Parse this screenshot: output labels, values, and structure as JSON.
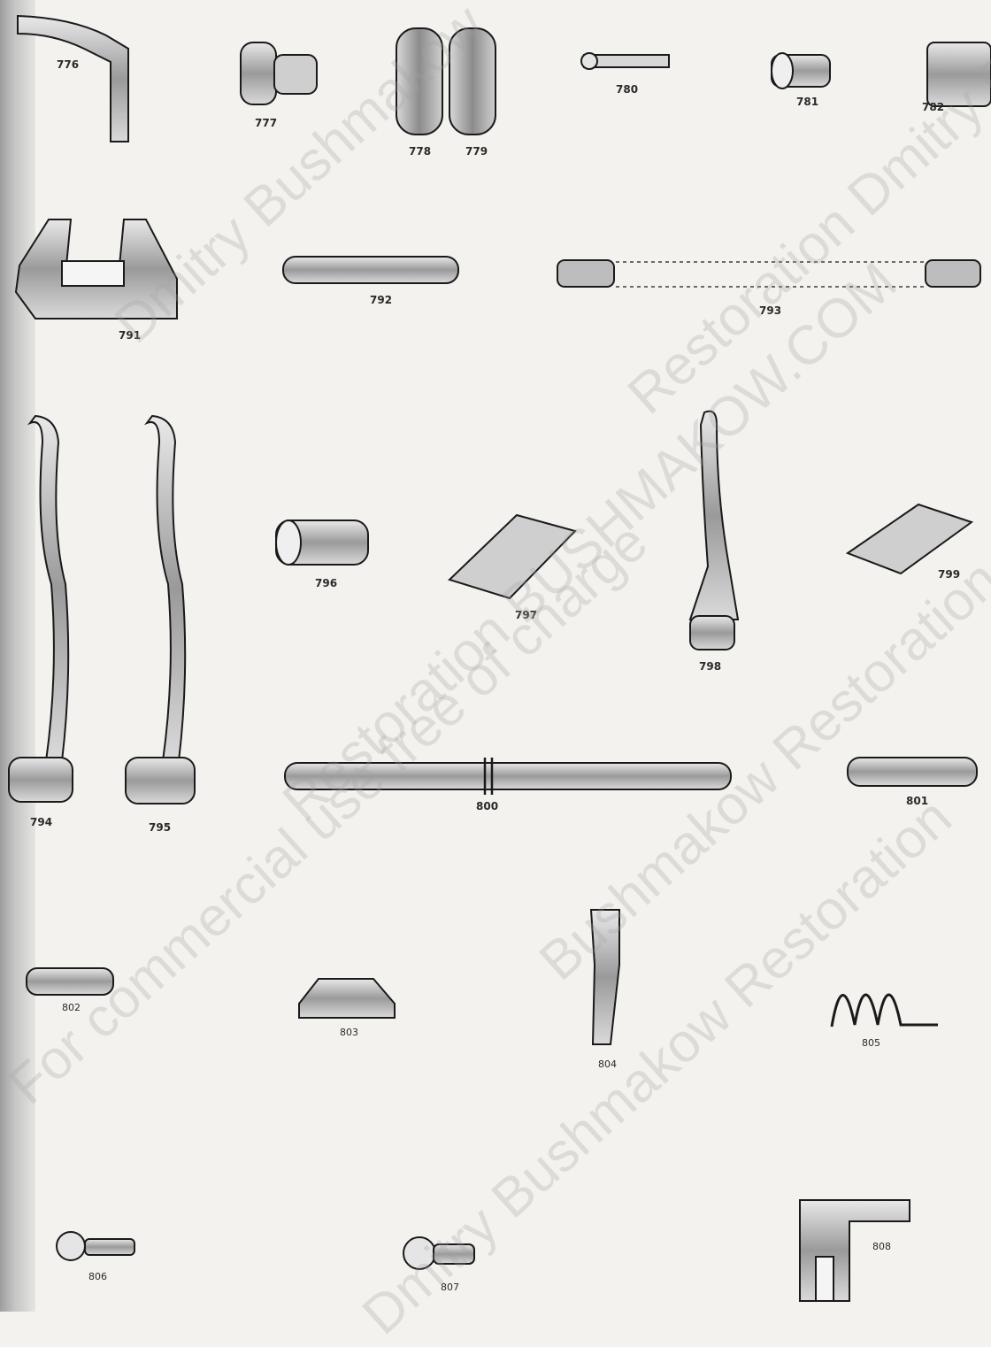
{
  "part_labels": {
    "p776": "776",
    "p777": "777",
    "p778": "778",
    "p779": "779",
    "p780": "780",
    "p781": "781",
    "p782": "782",
    "p791": "791",
    "p792": "792",
    "p793": "793",
    "p794": "794",
    "p795": "795",
    "p796": "796",
    "p797": "797",
    "p798": "798",
    "p799": "799",
    "p800": "800",
    "p801": "801",
    "p802": "802",
    "p803": "803",
    "p804": "804",
    "p805": "805",
    "p806": "806",
    "p807": "807",
    "p808": "808"
  },
  "watermark": {
    "w1": "Dmitry Bushmakow",
    "w2": "Restoration BUSHMAKOW.COM",
    "w3": "Bushmakow Restoration BUSHM",
    "w4": "For commercial use free of charge",
    "w5": "Restoration Dmitry Bus",
    "w6": "Dmitry Bushmakow Restoration"
  }
}
